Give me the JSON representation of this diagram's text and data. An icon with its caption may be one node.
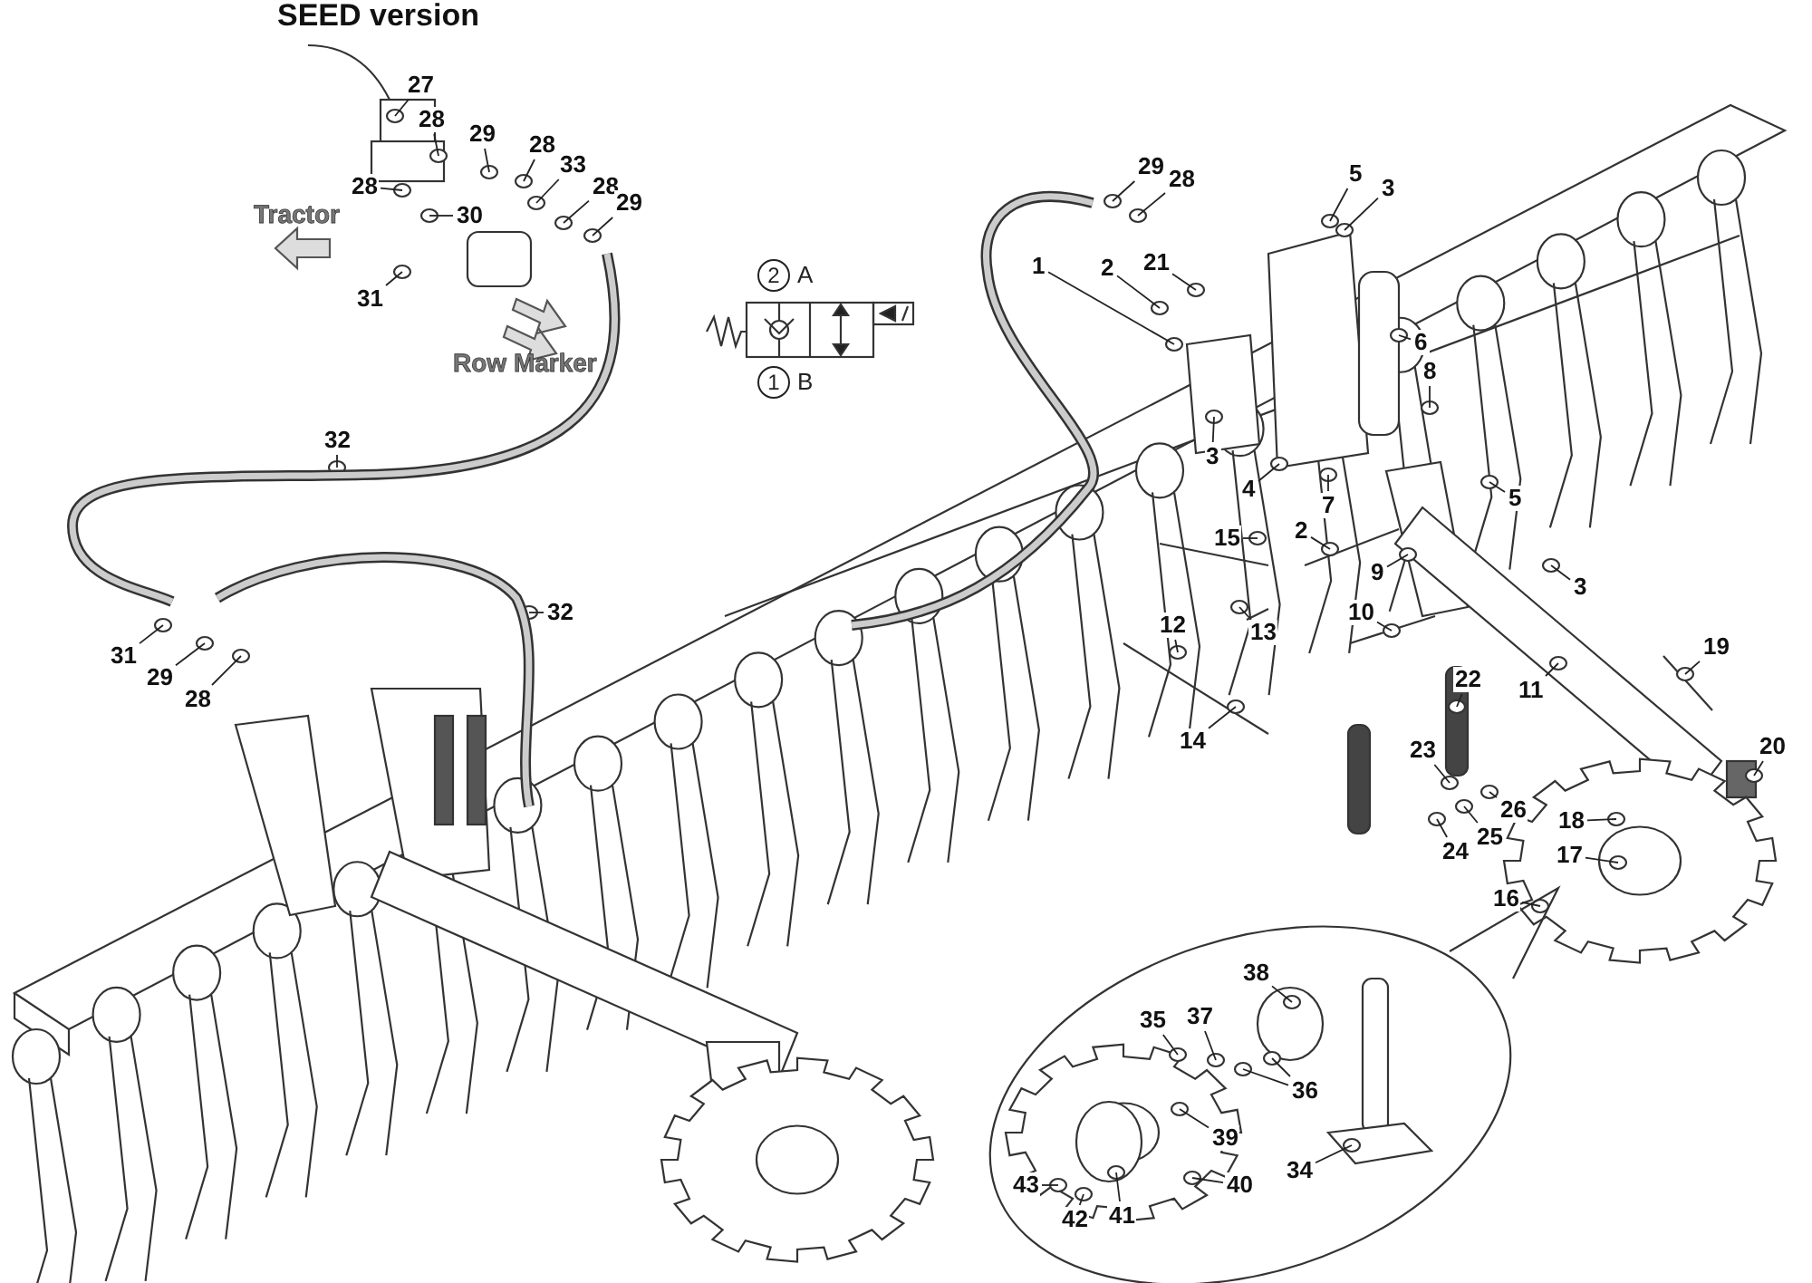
{
  "diagram": {
    "title": "SEED version",
    "nodes": [
      {
        "text": [
          "27"
        ]
      },
      {
        "text": [
          "28"
        ]
      },
      {
        "text": [
          "29"
        ]
      },
      {
        "text": [
          "28"
        ]
      },
      {
        "text": [
          "33"
        ]
      },
      {
        "text": [
          "28"
        ]
      },
      {
        "text": [
          "29"
        ]
      },
      {
        "text": [
          "28"
        ]
      },
      {
        "text": [
          "30"
        ]
      },
      {
        "text": [
          "2"
        ],
        "beside": [
          "A"
        ]
      },
      {
        "text": [
          "31"
        ]
      },
      {
        "text": [
          "1"
        ],
        "beside": [
          "B"
        ]
      },
      {
        "text": [
          "32"
        ]
      },
      {
        "text": [
          "32"
        ]
      },
      {
        "text": [
          "31"
        ]
      },
      {
        "text": [
          "29"
        ]
      },
      {
        "text": [
          "28"
        ]
      },
      {
        "text": [
          "29"
        ]
      },
      {
        "text": [
          "28"
        ]
      },
      {
        "text": [
          "5"
        ]
      },
      {
        "text": [
          "3"
        ]
      },
      {
        "text": [
          "1"
        ]
      },
      {
        "text": [
          "2"
        ]
      },
      {
        "text": [
          "21"
        ]
      },
      {
        "text": [
          "6"
        ]
      },
      {
        "text": [
          "8"
        ]
      },
      {
        "text": [
          "3"
        ]
      },
      {
        "text": [
          "4"
        ]
      },
      {
        "text": [
          "7"
        ]
      },
      {
        "text": [
          "5"
        ]
      },
      {
        "text": [
          "2"
        ]
      },
      {
        "text": [
          "15"
        ]
      },
      {
        "text": [
          "9"
        ]
      },
      {
        "text": [
          "3"
        ]
      },
      {
        "text": [
          "10"
        ]
      },
      {
        "text": [
          "12"
        ]
      },
      {
        "text": [
          "13"
        ]
      },
      {
        "text": [
          "19"
        ]
      },
      {
        "text": [
          "22"
        ]
      },
      {
        "text": [
          "11"
        ]
      },
      {
        "text": [
          "14"
        ]
      },
      {
        "text": [
          "20"
        ]
      },
      {
        "text": [
          "23"
        ]
      },
      {
        "text": [
          "26"
        ]
      },
      {
        "text": [
          "18"
        ]
      },
      {
        "text": [
          "25"
        ]
      },
      {
        "text": [
          "24"
        ]
      },
      {
        "text": [
          "17"
        ]
      },
      {
        "text": [
          "16"
        ]
      },
      {
        "text": [
          "38"
        ]
      },
      {
        "text": [
          "37"
        ]
      },
      {
        "text": [
          "35"
        ]
      },
      {
        "text": [
          "36"
        ]
      },
      {
        "text": [
          "39"
        ]
      },
      {
        "text": [
          "34"
        ]
      },
      {
        "text": [
          "40"
        ]
      },
      {
        "text": [
          "43"
        ]
      },
      {
        "text": [
          "41"
        ]
      },
      {
        "text": [
          "42"
        ]
      }
    ],
    "edges": [
      {
        "from": 0,
        "to": null,
        "arrow": "none"
      },
      {
        "from": 1,
        "to": null,
        "arrow": "none"
      },
      {
        "from": 2,
        "to": null,
        "arrow": "none"
      },
      {
        "from": 3,
        "to": null,
        "arrow": "none"
      },
      {
        "from": 4,
        "to": null,
        "arrow": "none"
      },
      {
        "from": 5,
        "to": null,
        "arrow": "none"
      },
      {
        "from": 6,
        "to": null,
        "arrow": "none"
      },
      {
        "from": 7,
        "to": null,
        "arrow": "none"
      },
      {
        "from": 8,
        "to": null,
        "arrow": "none"
      },
      {
        "from": 10,
        "to": null,
        "arrow": "none"
      },
      {
        "from": 12,
        "to": null,
        "arrow": "none"
      },
      {
        "from": 13,
        "to": null,
        "arrow": "none"
      },
      {
        "from": 14,
        "to": null,
        "arrow": "none"
      },
      {
        "from": 15,
        "to": null,
        "arrow": "none"
      },
      {
        "from": 16,
        "to": null,
        "arrow": "none"
      },
      {
        "from": 17,
        "to": null,
        "arrow": "none"
      },
      {
        "from": 18,
        "to": null,
        "arrow": "none"
      },
      {
        "from": 19,
        "to": null,
        "arrow": "none"
      },
      {
        "from": 20,
        "to": null,
        "arrow": "none"
      },
      {
        "from": 21,
        "to": null,
        "arrow": "none"
      },
      {
        "from": 22,
        "to": null,
        "arrow": "none"
      },
      {
        "from": 23,
        "to": null,
        "arrow": "none"
      },
      {
        "from": 24,
        "to": null,
        "arrow": "none"
      },
      {
        "from": 25,
        "to": null,
        "arrow": "none"
      },
      {
        "from": 26,
        "to": null,
        "arrow": "none"
      },
      {
        "from": 27,
        "to": null,
        "arrow": "none"
      },
      {
        "from": 28,
        "to": null,
        "arrow": "none"
      },
      {
        "from": 29,
        "to": null,
        "arrow": "none"
      },
      {
        "from": 30,
        "to": null,
        "arrow": "none"
      },
      {
        "from": 31,
        "to": null,
        "arrow": "none"
      },
      {
        "from": 32,
        "to": null,
        "arrow": "none"
      },
      {
        "from": 33,
        "to": null,
        "arrow": "none"
      },
      {
        "from": 34,
        "to": null,
        "arrow": "none"
      },
      {
        "from": 35,
        "to": null,
        "arrow": "none"
      },
      {
        "from": 36,
        "to": null,
        "arrow": "none"
      },
      {
        "from": 37,
        "to": null,
        "arrow": "none"
      },
      {
        "from": 38,
        "to": null,
        "arrow": "none"
      },
      {
        "from": 39,
        "to": null,
        "arrow": "none"
      },
      {
        "from": 40,
        "to": null,
        "arrow": "none"
      },
      {
        "from": 41,
        "to": null,
        "arrow": "none"
      },
      {
        "from": 42,
        "to": null,
        "arrow": "none"
      },
      {
        "from": 43,
        "to": null,
        "arrow": "none"
      },
      {
        "from": 44,
        "to": null,
        "arrow": "none"
      },
      {
        "from": 45,
        "to": null,
        "arrow": "none"
      },
      {
        "from": 46,
        "to": null,
        "arrow": "none"
      },
      {
        "from": 47,
        "to": null,
        "arrow": "none"
      },
      {
        "from": 48,
        "to": null,
        "arrow": "none"
      },
      {
        "from": 49,
        "to": null,
        "arrow": "none"
      },
      {
        "from": 50,
        "to": null,
        "arrow": "none"
      },
      {
        "from": 51,
        "to": null,
        "arrow": "none"
      },
      {
        "from": 52,
        "to": null,
        "arrow": "none"
      },
      {
        "from": 52,
        "to": null,
        "arrow": "none"
      },
      {
        "from": 53,
        "to": null,
        "arrow": "none"
      },
      {
        "from": 54,
        "to": null,
        "arrow": "none"
      },
      {
        "from": 55,
        "to": null,
        "arrow": "none"
      },
      {
        "from": 56,
        "to": null,
        "arrow": "none"
      },
      {
        "from": 57,
        "to": null,
        "arrow": "none"
      },
      {
        "from": 58,
        "to": null,
        "arrow": "none"
      }
    ],
    "labels": [
      "Tractor",
      "Row Marker"
    ]
  }
}
